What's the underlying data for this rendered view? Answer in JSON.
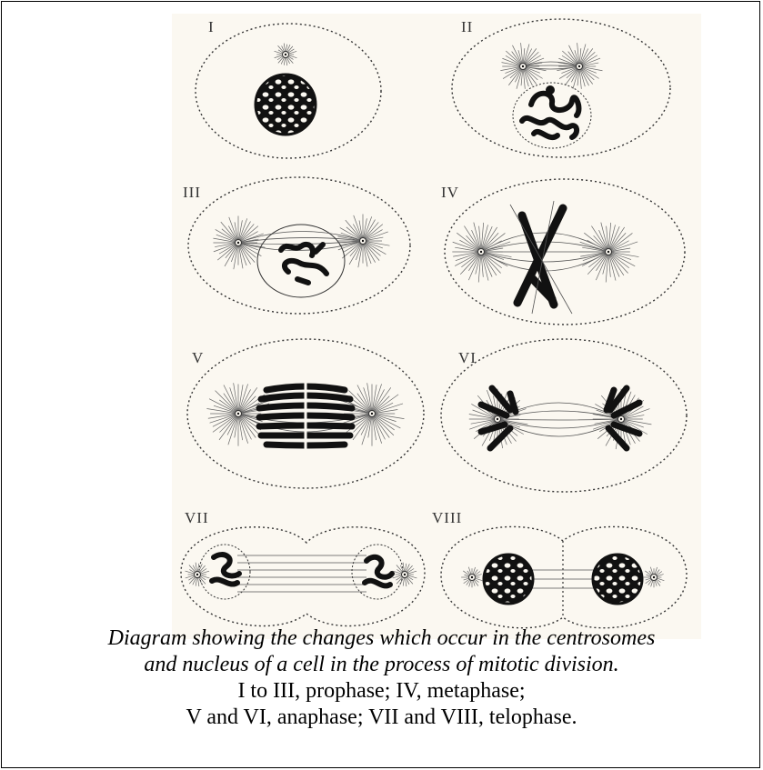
{
  "caption": {
    "line1": "Diagram showing the changes which occur in the centrosomes",
    "line2": "and nucleus of a cell in the process of mitotic division.",
    "line3": "I to III, prophase; IV, metaphase;",
    "line4": "V and VI, anaphase; VII and VIII, telophase."
  },
  "stages": [
    {
      "label": "I"
    },
    {
      "label": "II"
    },
    {
      "label": "III"
    },
    {
      "label": "IV"
    },
    {
      "label": "V"
    },
    {
      "label": "VI"
    },
    {
      "label": "VII"
    },
    {
      "label": "VIII"
    }
  ],
  "colors": {
    "ink": "#111111",
    "paper": "#fbf8f1",
    "border": "#000000"
  }
}
